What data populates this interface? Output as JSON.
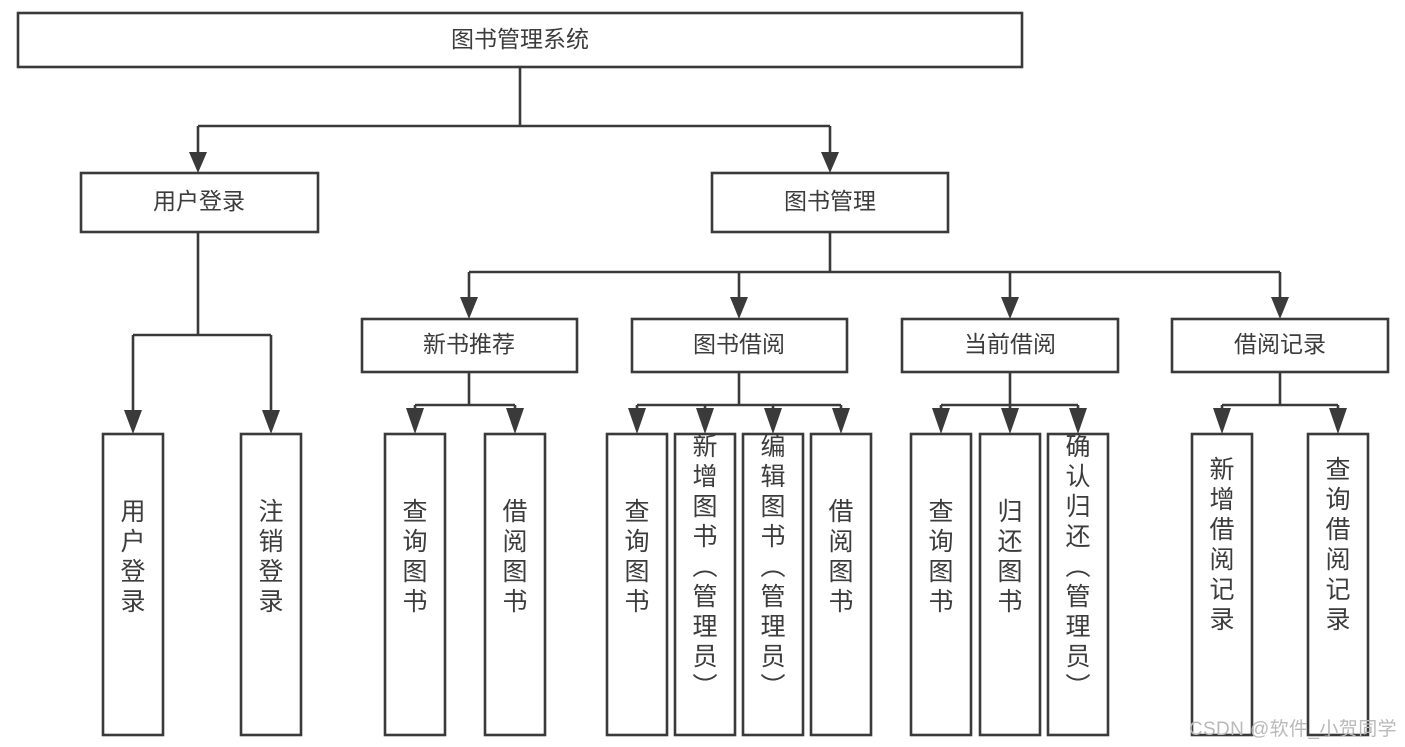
{
  "diagram": {
    "type": "tree",
    "title": "图书管理系统",
    "watermark": "CSDN @软件_小贺同学",
    "colors": {
      "stroke": "#3a3a3a",
      "text": "#3c3c3c",
      "background": "#ffffff",
      "watermark": "#b9b9b9"
    },
    "root": {
      "label": "图书管理系统",
      "orientation": "horizontal"
    },
    "level2": [
      {
        "label": "用户登录",
        "orientation": "horizontal"
      },
      {
        "label": "图书管理",
        "orientation": "horizontal"
      }
    ],
    "level3": [
      {
        "label": "新书推荐",
        "orientation": "horizontal",
        "parent": "图书管理"
      },
      {
        "label": "图书借阅",
        "orientation": "horizontal",
        "parent": "图书管理"
      },
      {
        "label": "当前借阅",
        "orientation": "horizontal",
        "parent": "图书管理"
      },
      {
        "label": "借阅记录",
        "orientation": "horizontal",
        "parent": "图书管理"
      }
    ],
    "leaves": {
      "user_login": [
        {
          "label": "用户登录",
          "orientation": "vertical"
        },
        {
          "label": "注销登录",
          "orientation": "vertical"
        }
      ],
      "new_book_recommend": [
        {
          "label": "查询图书",
          "orientation": "vertical"
        },
        {
          "label": "借阅图书",
          "orientation": "vertical"
        }
      ],
      "book_borrow": [
        {
          "label": "查询图书",
          "orientation": "vertical"
        },
        {
          "label": "新增图书（管理员）",
          "orientation": "vertical"
        },
        {
          "label": "编辑图书（管理员）",
          "orientation": "vertical"
        },
        {
          "label": "借阅图书",
          "orientation": "vertical"
        }
      ],
      "current_borrow": [
        {
          "label": "查询图书",
          "orientation": "vertical"
        },
        {
          "label": "归还图书",
          "orientation": "vertical"
        },
        {
          "label": "确认归还（管理员）",
          "orientation": "vertical"
        }
      ],
      "borrow_record": [
        {
          "label": "新增借阅记录",
          "orientation": "vertical"
        },
        {
          "label": "查询借阅记录",
          "orientation": "vertical"
        }
      ]
    }
  }
}
